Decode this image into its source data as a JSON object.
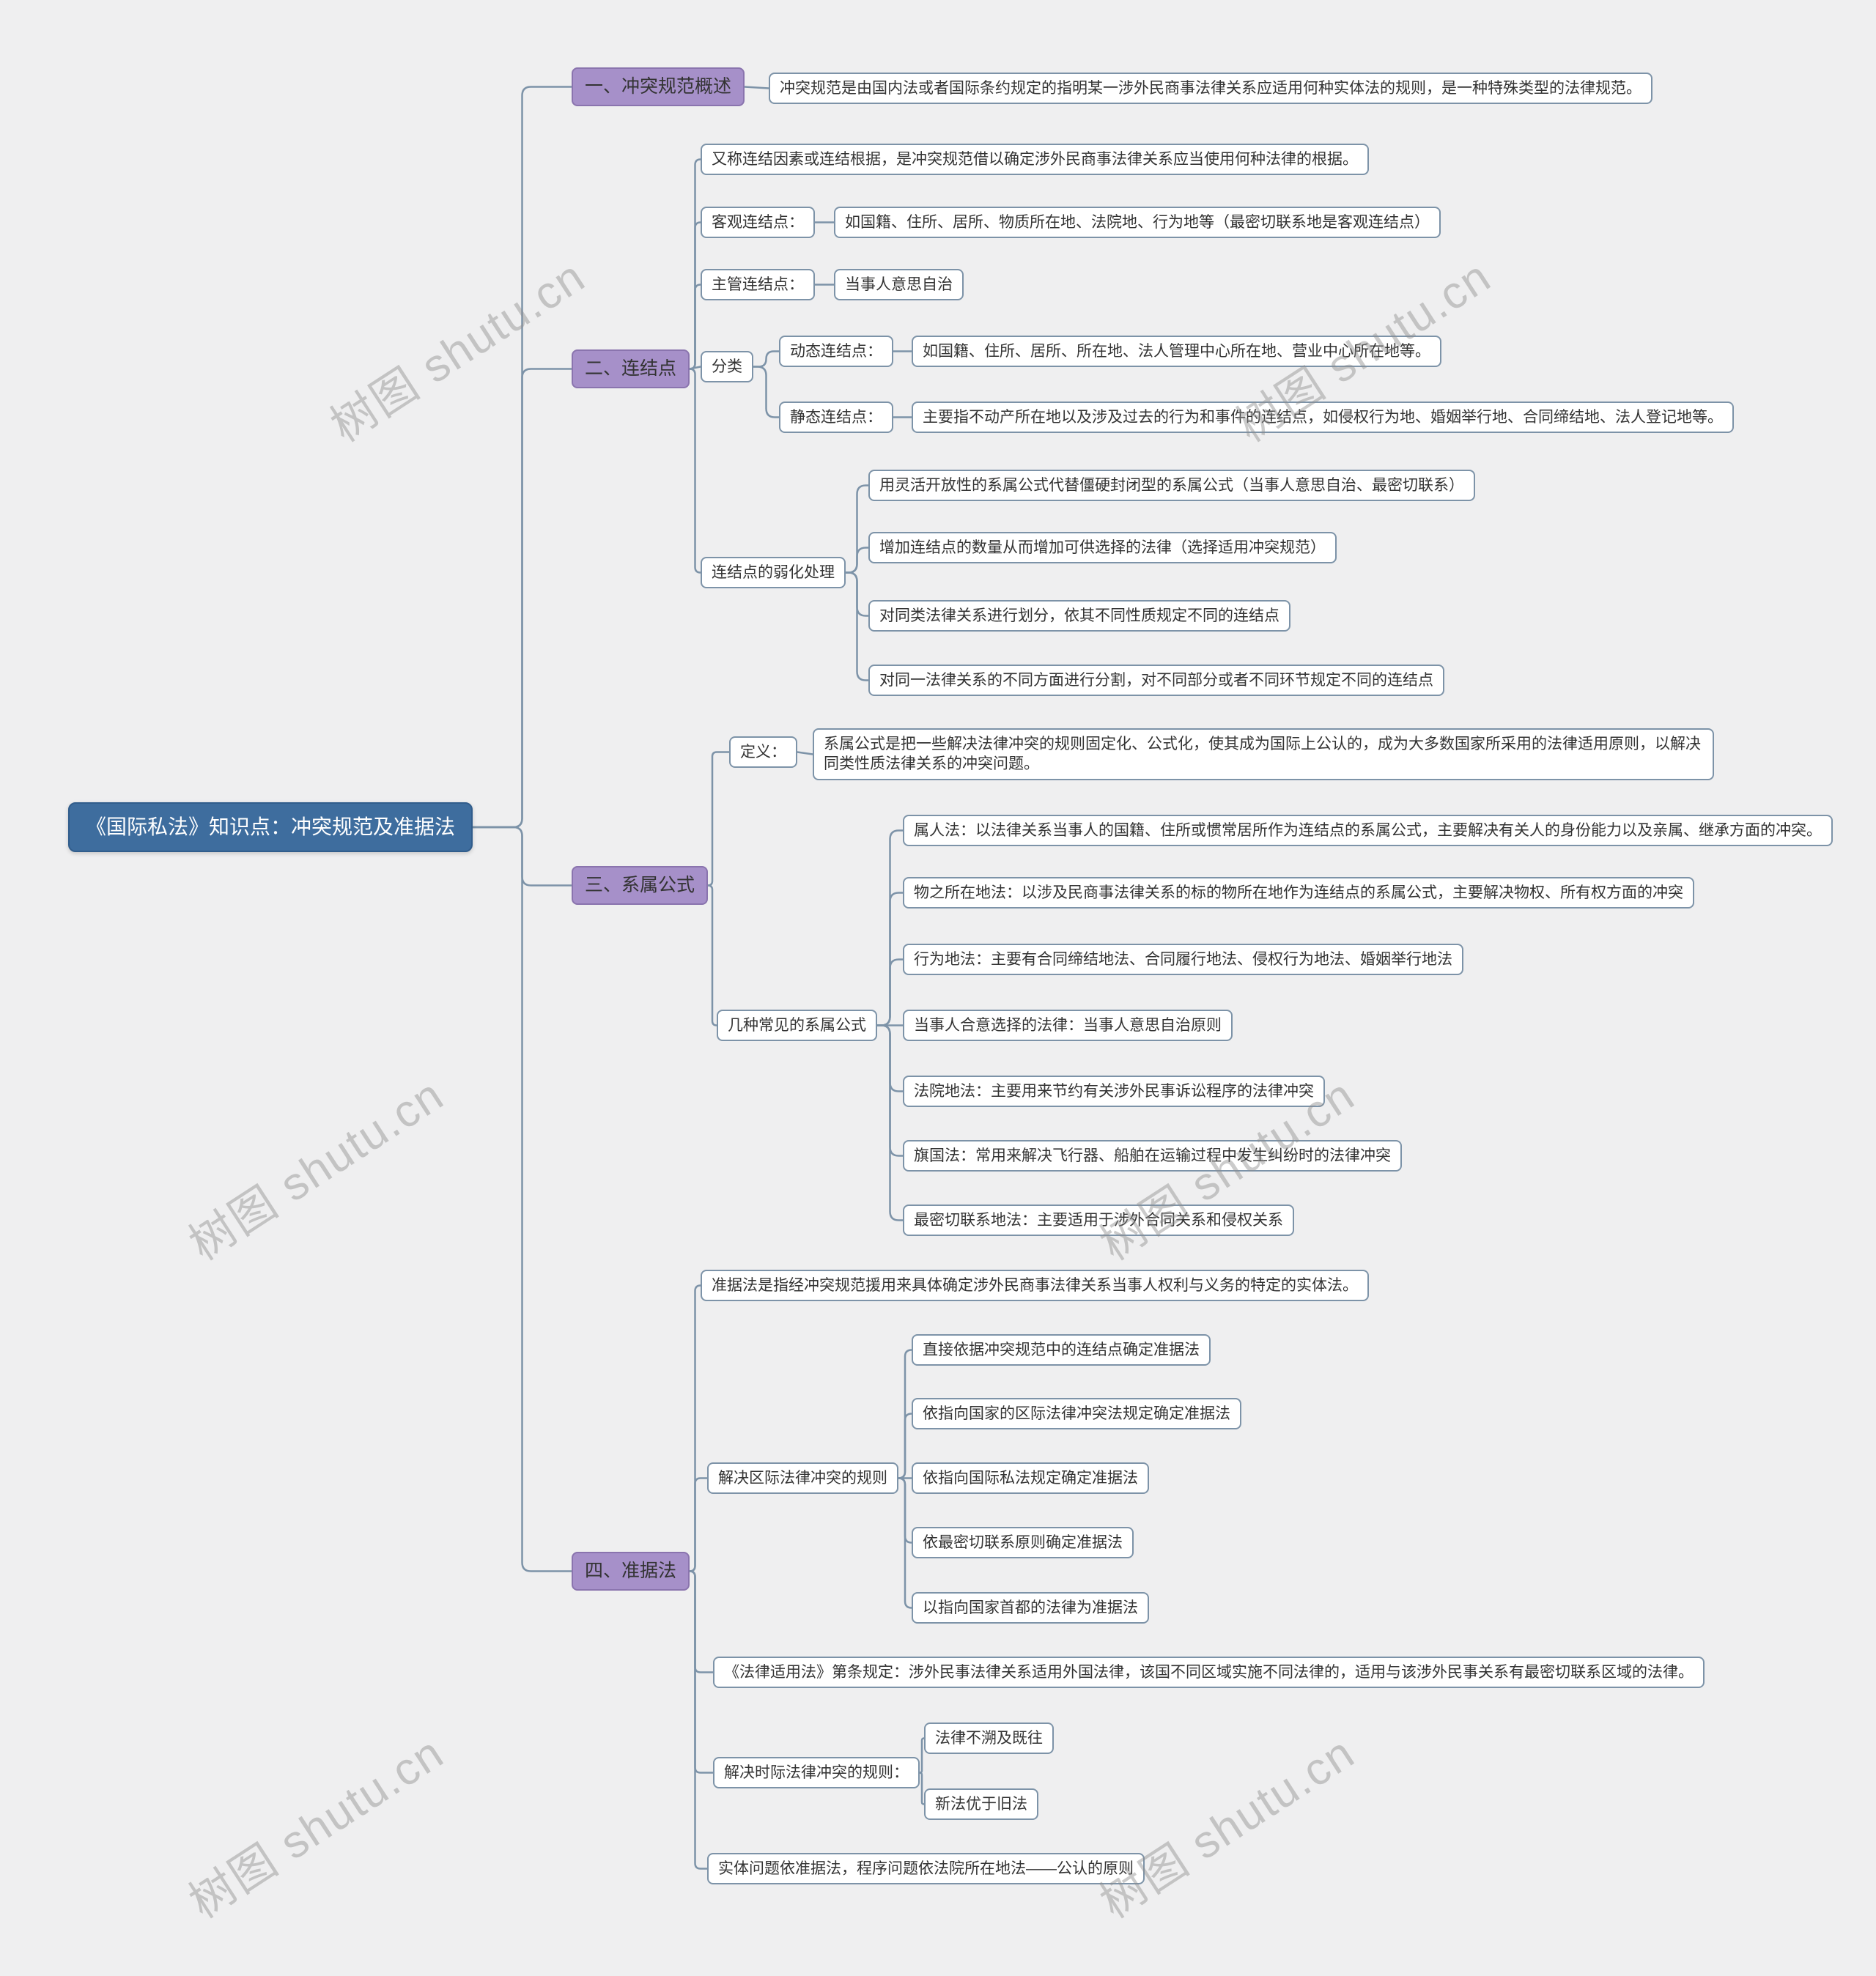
{
  "colors": {
    "page_bg": "#efeff0",
    "root_bg": "#3e6d9e",
    "root_border": "#315d8c",
    "root_text": "#ffffff",
    "branch_bg": "#a690c9",
    "branch_border": "#8a74ae",
    "leaf_bg": "#ffffff",
    "leaf_border": "#7d93a8",
    "line": "#7d93a8",
    "text": "#333333",
    "wm_color": "#8e8e8e"
  },
  "watermark": {
    "text": "树图 shutu.cn"
  },
  "root": {
    "label": "《国际私法》知识点：冲突规范及准据法"
  },
  "branches": [
    {
      "label": "一、冲突规范概述",
      "children": [
        {
          "label": "冲突规范是由国内法或者国际条约规定的指明某一涉外民商事法律关系应适用何种实体法的规则，是一种特殊类型的法律规范。"
        }
      ]
    },
    {
      "label": "二、连结点",
      "children": [
        {
          "label": "又称连结因素或连结根据，是冲突规范借以确定涉外民商事法律关系应当使用何种法律的根据。"
        },
        {
          "label": "客观连结点：",
          "children": [
            {
              "label": "如国籍、住所、居所、物质所在地、法院地、行为地等（最密切联系地是客观连结点）"
            }
          ]
        },
        {
          "label": "主管连结点：",
          "children": [
            {
              "label": "当事人意思自治"
            }
          ]
        },
        {
          "label": "分类",
          "children": [
            {
              "label": "动态连结点：",
              "children": [
                {
                  "label": "如国籍、住所、居所、所在地、法人管理中心所在地、营业中心所在地等。"
                }
              ]
            },
            {
              "label": "静态连结点：",
              "children": [
                {
                  "label": "主要指不动产所在地以及涉及过去的行为和事件的连结点，如侵权行为地、婚姻举行地、合同缔结地、法人登记地等。"
                }
              ]
            }
          ]
        },
        {
          "label": "连结点的弱化处理",
          "children": [
            {
              "label": "用灵活开放性的系属公式代替僵硬封闭型的系属公式（当事人意思自治、最密切联系）"
            },
            {
              "label": "增加连结点的数量从而增加可供选择的法律（选择适用冲突规范）"
            },
            {
              "label": "对同类法律关系进行划分，依其不同性质规定不同的连结点"
            },
            {
              "label": "对同一法律关系的不同方面进行分割，对不同部分或者不同环节规定不同的连结点"
            }
          ]
        }
      ]
    },
    {
      "label": "三、系属公式",
      "children": [
        {
          "label": "定义：",
          "children": [
            {
              "label": "系属公式是把一些解决法律冲突的规则固定化、公式化，使其成为国际上公认的，成为大多数国家所采用的法律适用原则，以解决同类性质法律关系的冲突问题。"
            }
          ]
        },
        {
          "label": "几种常见的系属公式",
          "children": [
            {
              "label": "属人法：以法律关系当事人的国籍、住所或惯常居所作为连结点的系属公式，主要解决有关人的身份能力以及亲属、继承方面的冲突。"
            },
            {
              "label": "物之所在地法：以涉及民商事法律关系的标的物所在地作为连结点的系属公式，主要解决物权、所有权方面的冲突"
            },
            {
              "label": "行为地法：主要有合同缔结地法、合同履行地法、侵权行为地法、婚姻举行地法"
            },
            {
              "label": "当事人合意选择的法律：当事人意思自治原则"
            },
            {
              "label": "法院地法：主要用来节约有关涉外民事诉讼程序的法律冲突"
            },
            {
              "label": "旗国法：常用来解决飞行器、船舶在运输过程中发生纠纷时的法律冲突"
            },
            {
              "label": "最密切联系地法：主要适用于涉外合同关系和侵权关系"
            }
          ]
        }
      ]
    },
    {
      "label": "四、准据法",
      "children": [
        {
          "label": "准据法是指经冲突规范援用来具体确定涉外民商事法律关系当事人权利与义务的特定的实体法。"
        },
        {
          "label": "解决区际法律冲突的规则",
          "children": [
            {
              "label": "直接依据冲突规范中的连结点确定准据法"
            },
            {
              "label": "依指向国家的区际法律冲突法规定确定准据法"
            },
            {
              "label": "依指向国际私法规定确定准据法"
            },
            {
              "label": "依最密切联系原则确定准据法"
            },
            {
              "label": "以指向国家首都的法律为准据法"
            }
          ]
        },
        {
          "label": "《法律适用法》第条规定：涉外民事法律关系适用外国法律，该国不同区域实施不同法律的，适用与该涉外民事关系有最密切联系区域的法律。"
        },
        {
          "label": "解决时际法律冲突的规则：",
          "children": [
            {
              "label": "法律不溯及既往"
            },
            {
              "label": "新法优于旧法"
            }
          ]
        },
        {
          "label": "实体问题依准据法，程序问题依法院所在地法——公认的原则"
        }
      ]
    }
  ]
}
